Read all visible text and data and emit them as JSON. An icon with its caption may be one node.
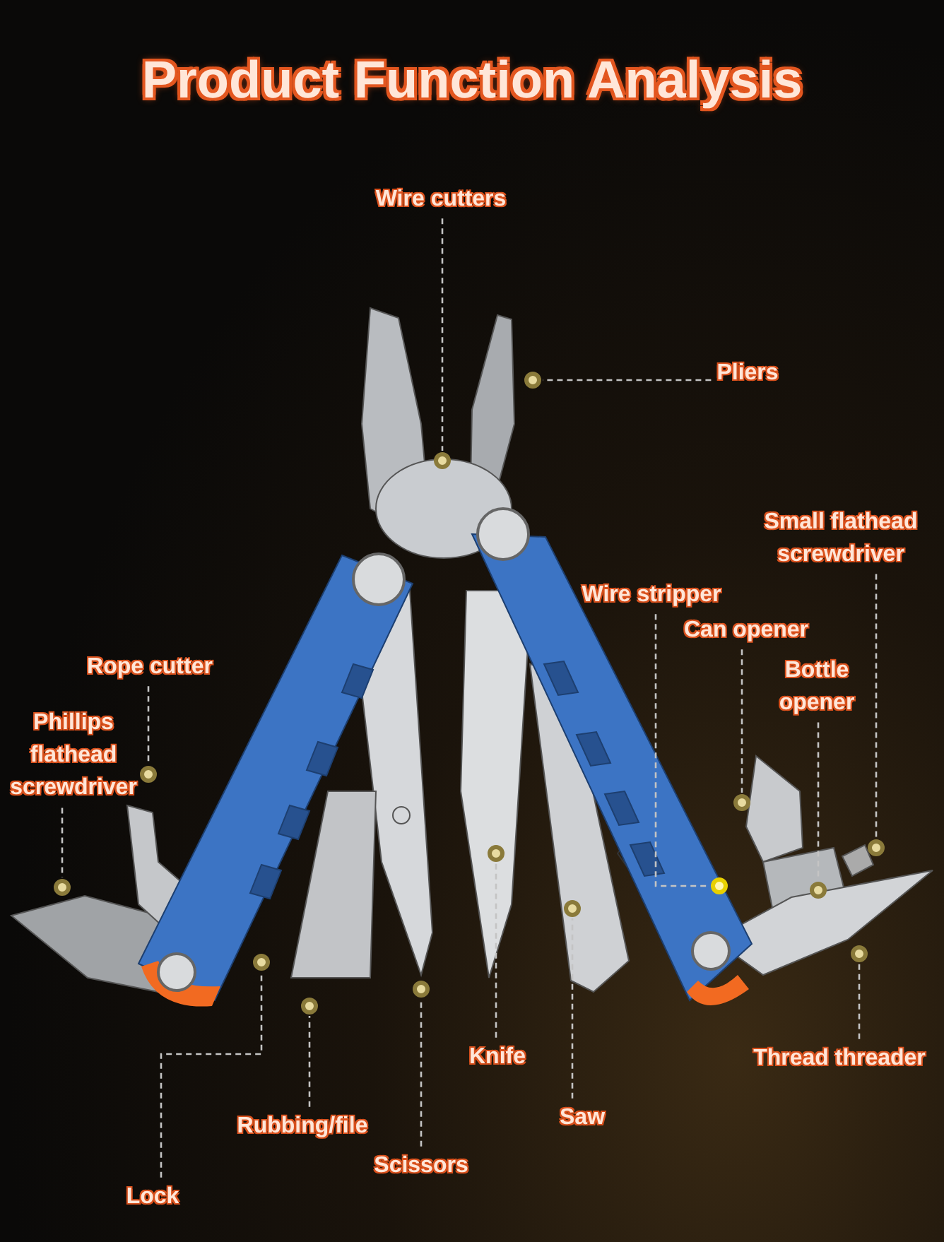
{
  "diagram": {
    "title": "Product Function Analysis",
    "nodes": [
      {
        "text": [
          "Wire cutters"
        ]
      },
      {
        "text": [
          "Pliers"
        ]
      },
      {
        "text": [
          "Small flathead screwdriver"
        ]
      },
      {
        "text": [
          "Wire stripper"
        ]
      },
      {
        "text": [
          "Can opener"
        ]
      },
      {
        "text": [
          "Rope cutter"
        ]
      },
      {
        "text": [
          "Bottle opener"
        ]
      },
      {
        "text": [
          "Phillips flathead screwdriver"
        ]
      },
      {
        "text": [
          "Thread threader"
        ]
      },
      {
        "text": [
          "Knife"
        ]
      },
      {
        "text": [
          "Saw"
        ]
      },
      {
        "text": [
          "Rubbing/file"
        ]
      },
      {
        "text": [
          "Scissors"
        ]
      },
      {
        "text": [
          "Lock"
        ]
      },
      {
        "text": [],
        "shape": "circle"
      },
      {
        "text": [],
        "shape": "circle"
      },
      {
        "text": [],
        "shape": "circle"
      },
      {
        "text": [],
        "shape": "circle"
      },
      {
        "text": [],
        "shape": "circle"
      },
      {
        "text": [],
        "shape": "circle"
      },
      {
        "text": [],
        "shape": "circle"
      },
      {
        "text": [],
        "shape": "circle"
      },
      {
        "text": [],
        "shape": "circle"
      },
      {
        "text": [],
        "shape": "circle"
      },
      {
        "text": [],
        "shape": "circle"
      },
      {
        "text": [],
        "shape": "circle"
      },
      {
        "text": [],
        "shape": "circle"
      },
      {
        "text": [],
        "shape": "circle"
      }
    ],
    "edges": [
      {
        "from": 0,
        "to": 14,
        "arrow": "none",
        "style": "dashed"
      },
      {
        "from": 1,
        "to": 15,
        "arrow": "none",
        "style": "dashed"
      },
      {
        "from": 2,
        "to": 16,
        "arrow": "none",
        "style": "dashed"
      },
      {
        "from": 3,
        "to": 17,
        "arrow": "none",
        "style": "dashed"
      },
      {
        "from": 4,
        "to": 18,
        "arrow": "none",
        "style": "dashed"
      },
      {
        "from": 5,
        "to": 19,
        "arrow": "none",
        "style": "dashed"
      },
      {
        "from": 6,
        "to": 20,
        "arrow": "none",
        "style": "dashed"
      },
      {
        "from": 7,
        "to": 21,
        "arrow": "none",
        "style": "dashed"
      },
      {
        "from": 8,
        "to": 22,
        "arrow": "none",
        "style": "dashed"
      },
      {
        "from": 9,
        "to": 23,
        "arrow": "none",
        "style": "dashed"
      },
      {
        "from": 10,
        "to": 24,
        "arrow": "none",
        "style": "dashed"
      },
      {
        "from": 11,
        "to": 25,
        "arrow": "none",
        "style": "dashed"
      },
      {
        "from": 12,
        "to": 26,
        "arrow": "none",
        "style": "dashed"
      },
      {
        "from": 13,
        "to": 27,
        "arrow": "none",
        "style": "dashed"
      }
    ]
  }
}
